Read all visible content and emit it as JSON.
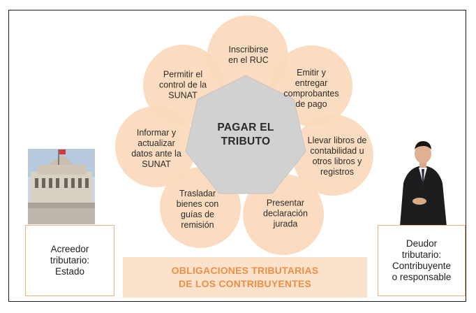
{
  "center": {
    "text": "PAGAR EL\nTRIBUTO"
  },
  "petals": [
    {
      "label": "Inscribirse\nen el RUC"
    },
    {
      "label": "Emitir y\nentregar\ncomprobantes\nde pago"
    },
    {
      "label": "Llevar libros de\ncontabilidad u\notros libros y\nregistros"
    },
    {
      "label": "Presentar\ndeclaración\njurada"
    },
    {
      "label": "Trasladar\nbienes con\nguías de\nremisión"
    },
    {
      "label": "Informar y\nactualizar\ndatos ante la\nSUNAT"
    },
    {
      "label": "Permitir el\ncontrol de la\nSUNAT"
    }
  ],
  "left_box": {
    "label": "Acreedor\ntributario:\nEstado"
  },
  "right_box": {
    "label": "Deudor\ntributario:\nContribuyente\no responsable"
  },
  "banner": {
    "line1": "OBLIGACIONES TRIBUTARIAS",
    "line2": "DE LOS CONTRIBUYENTES"
  },
  "colors": {
    "petal_fill": "#fbd9bb",
    "center_fill": "#d1d1d1",
    "banner_fill": "#fbe2cc",
    "banner_text": "#ef8f45",
    "box_border": "#f0b27a"
  }
}
